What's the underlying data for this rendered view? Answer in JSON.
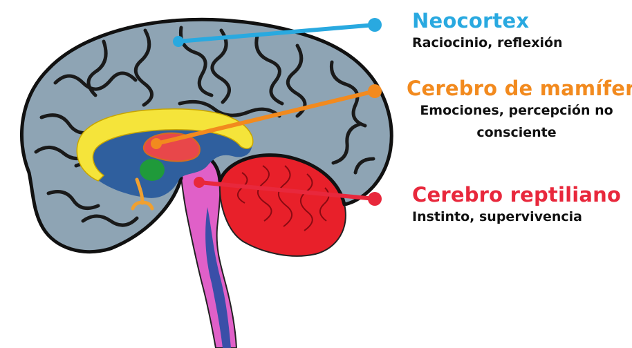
{
  "labels": {
    "neocortex": {
      "title": "Neocortex",
      "description": "Raciocinio, reflexión",
      "color": "#29a9e0"
    },
    "mamifero": {
      "title": "Cerebro de mamífero",
      "description_line1": "Emociones, percepción no",
      "description_line2": "consciente",
      "color": "#f28a1e"
    },
    "reptiliano": {
      "title": "Cerebro reptiliano",
      "description": "Instinto, supervivencia",
      "color": "#e8283c"
    }
  },
  "colors": {
    "cortex": "#8ea4b4",
    "cortex_outline": "#111111",
    "inner": "#2f5f9e",
    "limbic_yellow": "#f5e43a",
    "thalamus_red": "#e8474a",
    "hippocampus_green": "#1f9a3a",
    "brainstem_pink": "#e060c8",
    "cerebellum_red": "#e8202a"
  }
}
